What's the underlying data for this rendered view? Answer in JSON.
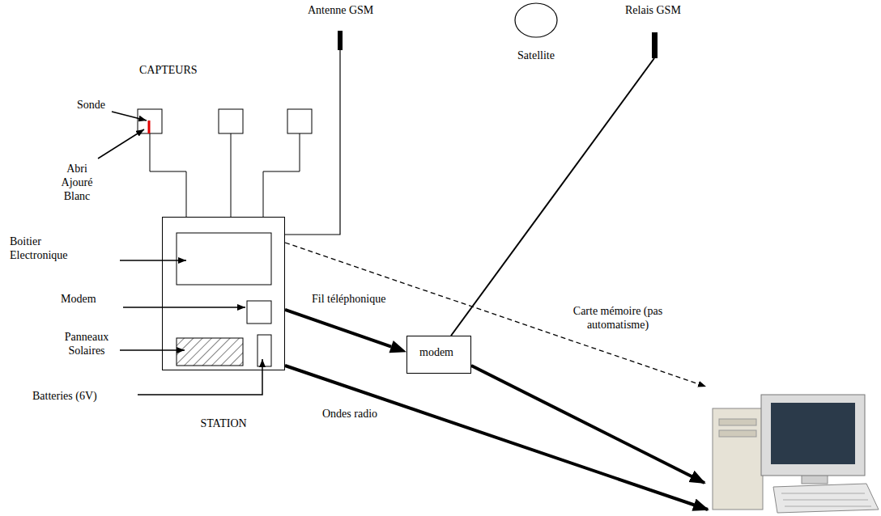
{
  "diagram": {
    "nodes": [
      {
        "text": [
          "STATION"
        ]
      },
      {
        "text": [
          "modem"
        ]
      },
      {
        "text": [
          "Satellite"
        ]
      }
    ],
    "edges": [
      {
        "from": 0,
        "to": 1,
        "arrow": "to",
        "label": "Fil téléphonique"
      }
    ],
    "labels": [
      "Antenne GSM",
      "Relais GSM",
      "CAPTEURS",
      "Sonde",
      "Abri Ajouré Blanc",
      "Boitier Electronique",
      "Modem",
      "Panneaux Solaires",
      "Batteries (6V)",
      "Ondes radio",
      "Carte mémoire (pas automatisme)"
    ]
  }
}
